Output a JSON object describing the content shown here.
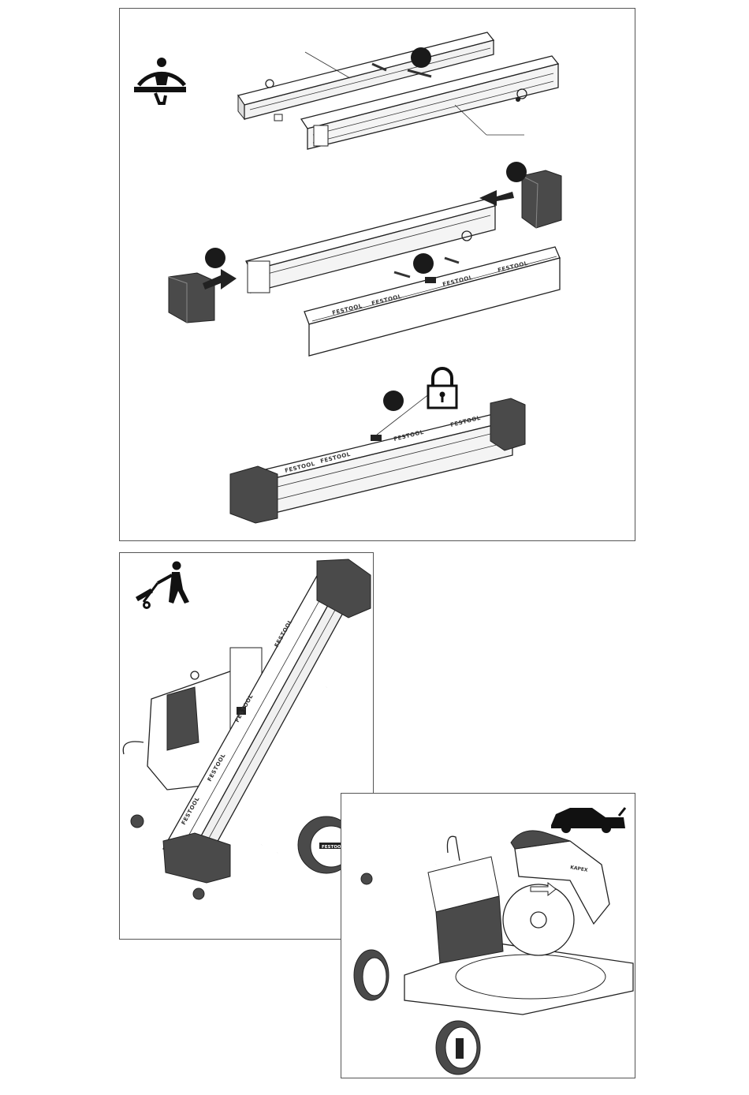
{
  "figure": {
    "brand_label": "FESTOOL",
    "wheel_brand_label": "FESTOOL",
    "saw_model_label": "KAPEX",
    "icons": [
      "person-carrying-icon",
      "padlock-icon",
      "person-pushing-trolley-icon",
      "car-icon"
    ],
    "callout_markers": 6,
    "colors": {
      "ink": "#222222",
      "dark_part": "#4a4a4a",
      "callout": "#1a1a1a",
      "panel_border": "#555555"
    }
  }
}
